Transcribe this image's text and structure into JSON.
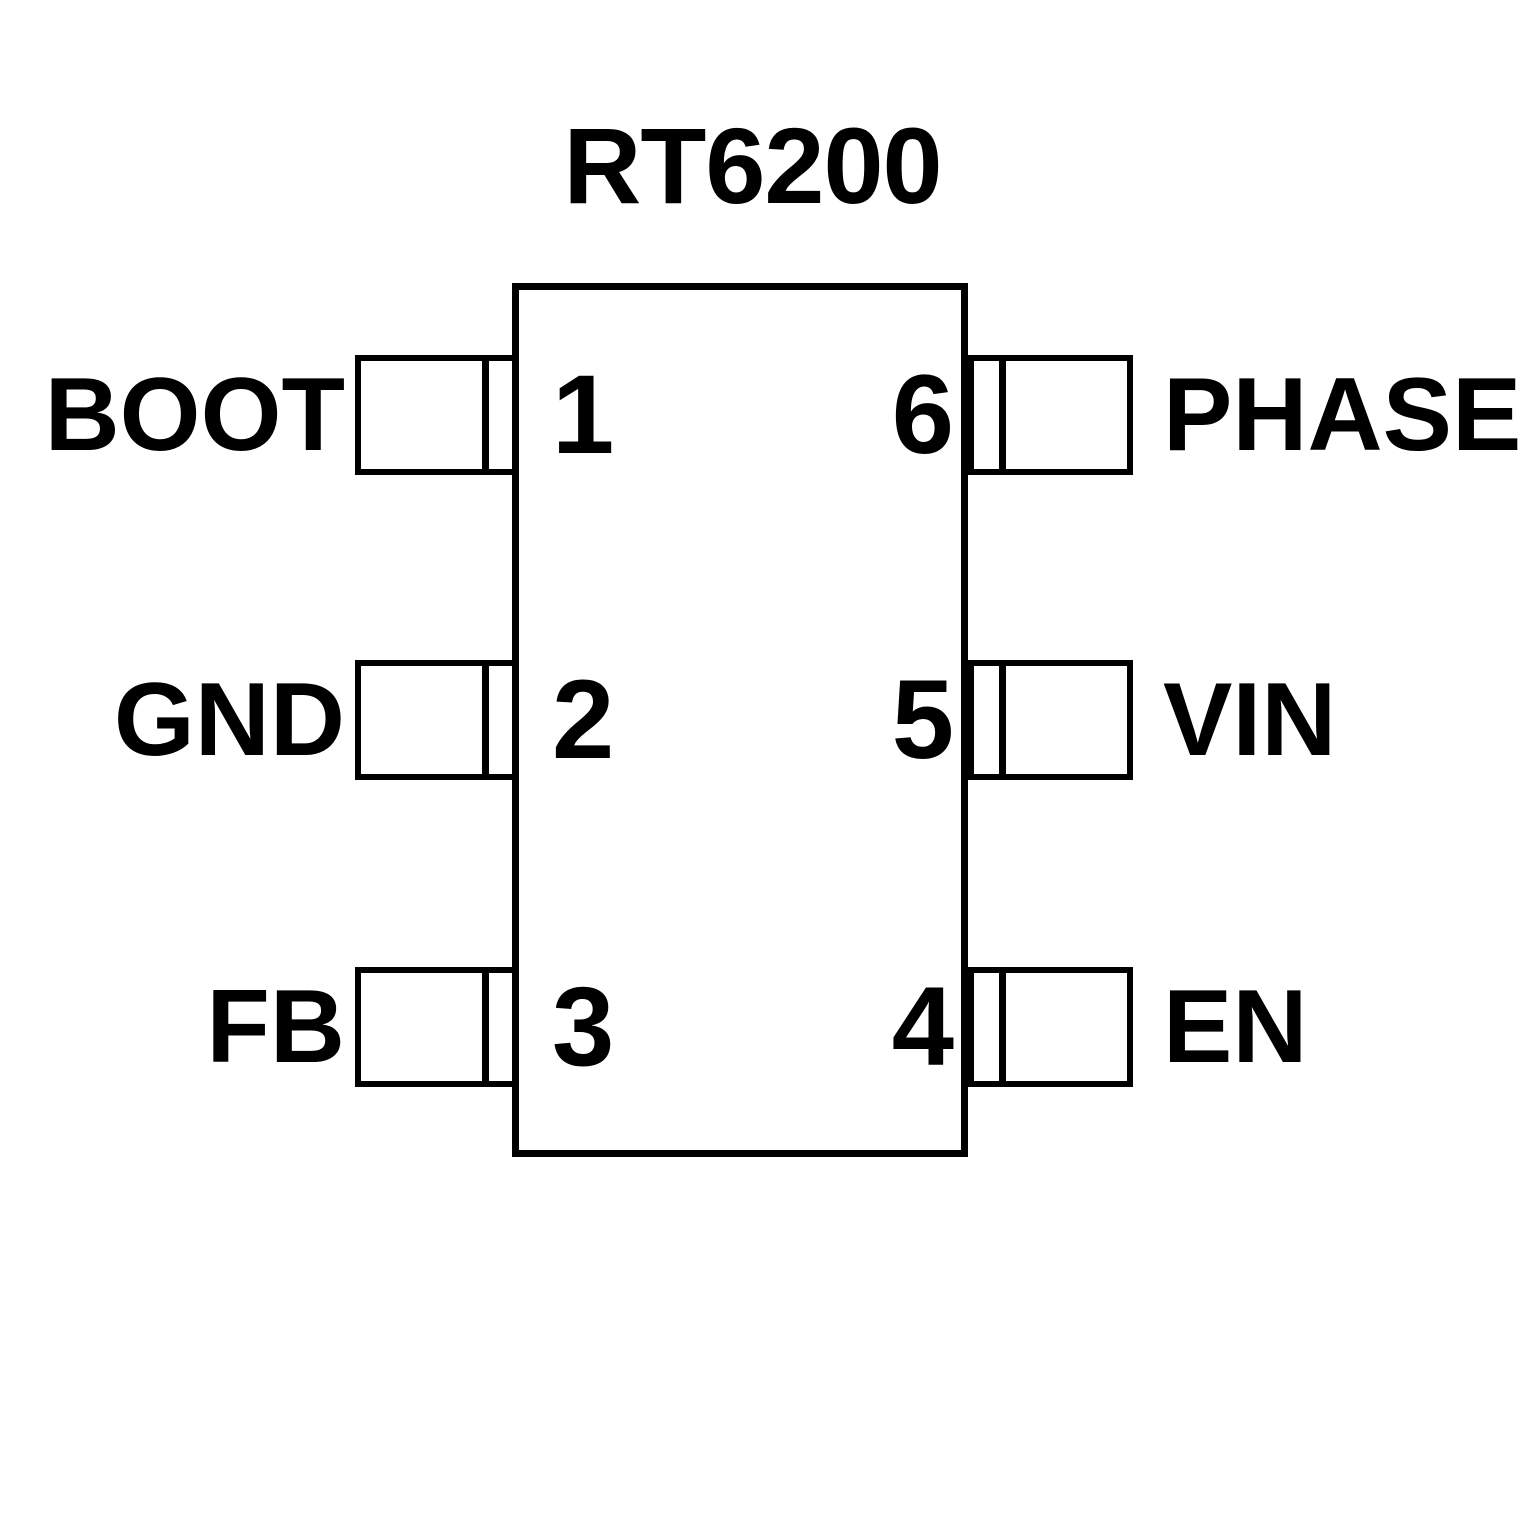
{
  "diagram": {
    "title": "RT6200",
    "package_body": {
      "fill_color": "#ffffff",
      "border_color": "#000000"
    },
    "pins": [
      {
        "number": "1",
        "label": "BOOT",
        "side": "left",
        "row": 1
      },
      {
        "number": "2",
        "label": "GND",
        "side": "left",
        "row": 2
      },
      {
        "number": "3",
        "label": "FB",
        "side": "left",
        "row": 3
      },
      {
        "number": "6",
        "label": "PHASE",
        "side": "right",
        "row": 1
      },
      {
        "number": "5",
        "label": "VIN",
        "side": "right",
        "row": 2
      },
      {
        "number": "4",
        "label": "EN",
        "side": "right",
        "row": 3
      }
    ]
  }
}
